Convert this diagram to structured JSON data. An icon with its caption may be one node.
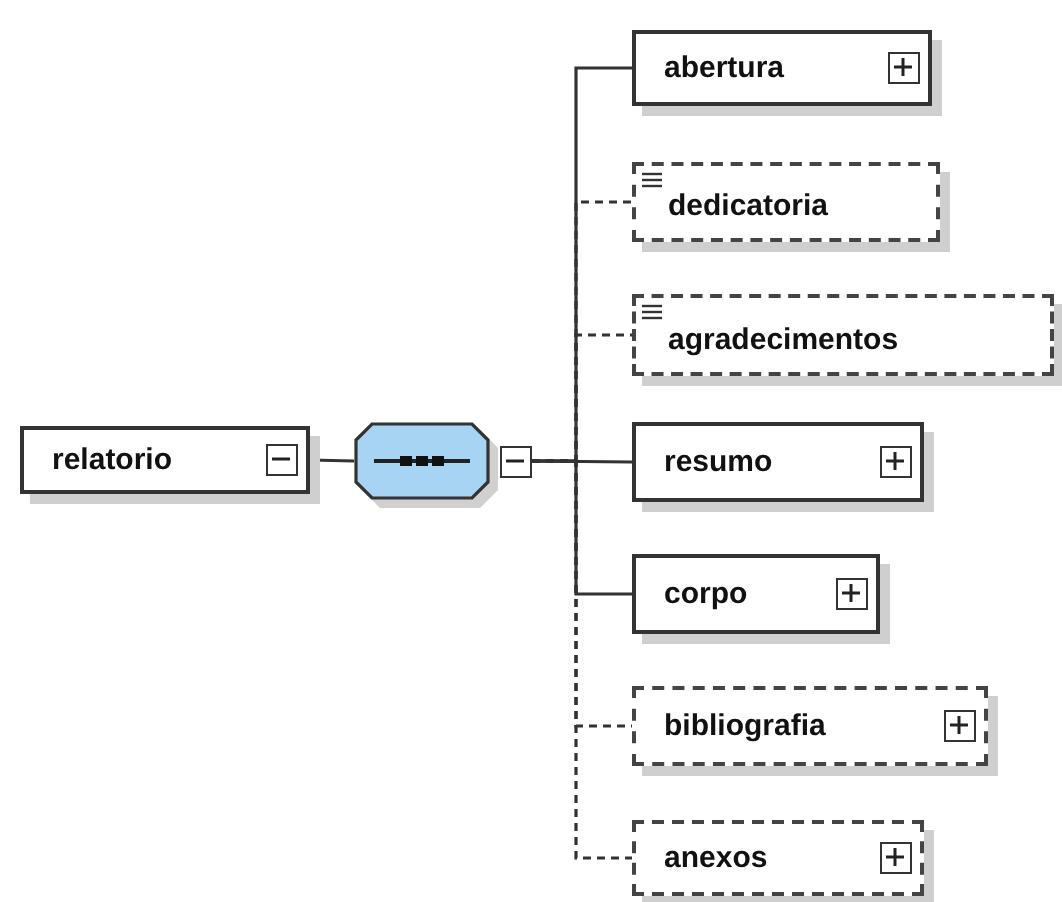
{
  "diagram": {
    "nodes": [
      {
        "text": [
          "relatorio"
        ]
      },
      {
        "text": [],
        "shape": "octagon"
      },
      {
        "text": [
          "abertura"
        ]
      },
      {
        "text": [
          "dedicatoria"
        ]
      },
      {
        "text": [
          "agradecimentos"
        ]
      },
      {
        "text": [
          "resumo"
        ]
      },
      {
        "text": [
          "corpo"
        ]
      },
      {
        "text": [
          "bibliografia"
        ]
      },
      {
        "text": [
          "anexos"
        ]
      }
    ],
    "edges": [
      {
        "from": 0,
        "to": 1,
        "arrow": "none"
      },
      {
        "from": 1,
        "to": 2,
        "arrow": "none"
      },
      {
        "from": 1,
        "to": 3,
        "arrow": "none",
        "style": "dashed"
      },
      {
        "from": 1,
        "to": 4,
        "arrow": "none",
        "style": "dashed"
      },
      {
        "from": 1,
        "to": 5,
        "arrow": "none"
      },
      {
        "from": 1,
        "to": 6,
        "arrow": "none"
      },
      {
        "from": 1,
        "to": 7,
        "arrow": "none",
        "style": "dashed"
      },
      {
        "from": 1,
        "to": 8,
        "arrow": "none",
        "style": "dashed"
      }
    ]
  }
}
